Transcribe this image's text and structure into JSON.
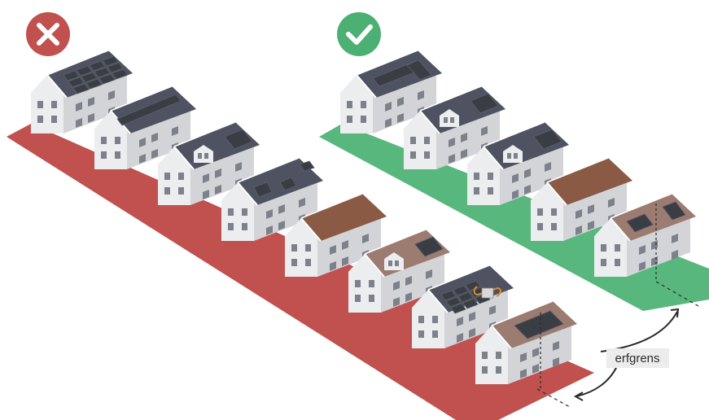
{
  "bad_example": {
    "icon": "cross-icon",
    "color": "#c0514f",
    "ground_color": "#c0514f",
    "roofs": [
      {
        "roof_color": "#4f5361",
        "panels": "grid-large"
      },
      {
        "roof_color": "#4f5361",
        "panels": "ridge-strip"
      },
      {
        "roof_color": "#4f5361",
        "panels": "dormer-plus-panel"
      },
      {
        "roof_color": "#4f5361",
        "panels": "scattered"
      },
      {
        "roof_color": "#8a5a45",
        "panels": "none"
      },
      {
        "roof_color": "#9c7b70",
        "panels": "dormer-plus-panel"
      },
      {
        "roof_color": "#4f5361",
        "panels": "grid-with-ac-unit"
      },
      {
        "roof_color": "#9c7b70",
        "panels": "across-boundary"
      }
    ]
  },
  "good_example": {
    "icon": "check-icon",
    "color": "#4caf73",
    "ground_color": "#58b77c",
    "roofs": [
      {
        "roof_color": "#4f5361",
        "panels": "l-shape"
      },
      {
        "roof_color": "#4f5361",
        "panels": "dormer-plus-panel"
      },
      {
        "roof_color": "#4f5361",
        "panels": "dormer-plus-panel"
      },
      {
        "roof_color": "#8a5a45",
        "panels": "none"
      },
      {
        "roof_color": "#9c7b70",
        "panels": "inside-boundary"
      }
    ]
  },
  "annotation": {
    "label": "erfgrens"
  },
  "colors": {
    "wall_front": "#ecedef",
    "wall_side": "#d2d4d8",
    "window": "#7d818a",
    "panel": "#3a3d44",
    "arrow": "#2b2b2b"
  }
}
